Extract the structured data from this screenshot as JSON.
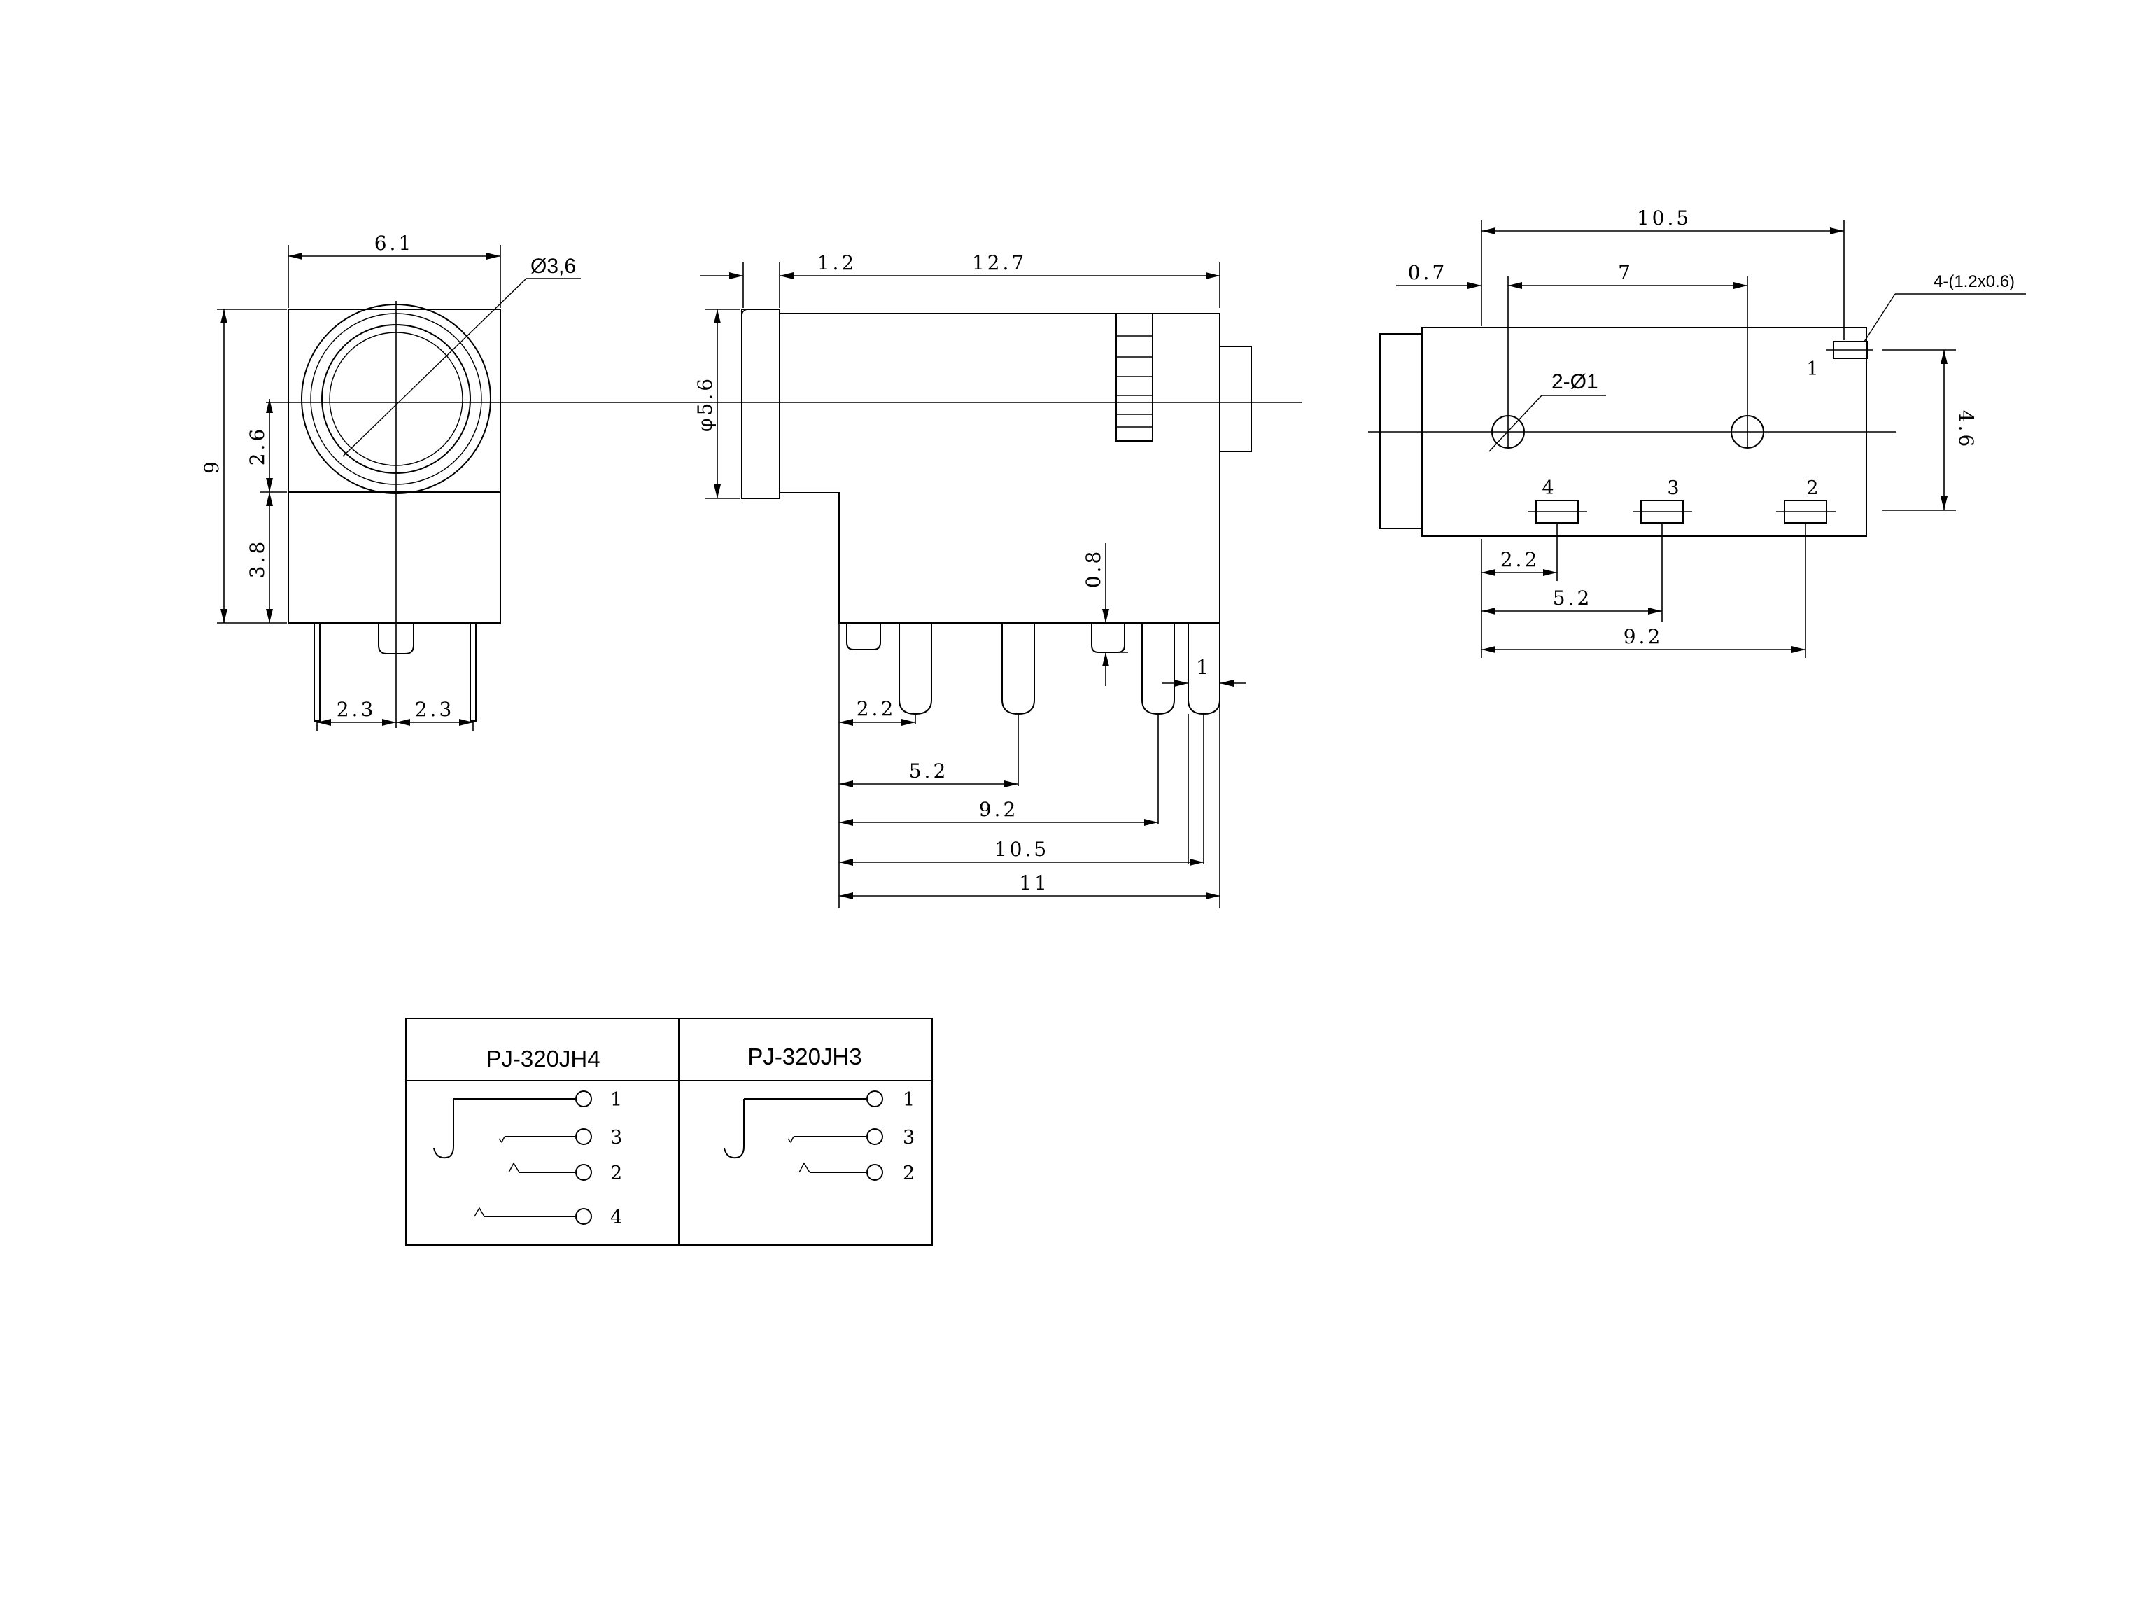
{
  "front_view": {
    "width": "6.1",
    "hole_diameter": "Ø3,6",
    "height": "9",
    "upper_height": "2.6",
    "lower_height": "3.8",
    "pin_pitch_left": "2.3",
    "pin_pitch_right": "2.3"
  },
  "side_view": {
    "flange": "1.2",
    "body_length": "12.7",
    "flange_diameter": "φ5.6",
    "pin_height": "0.8",
    "pin_width": "1",
    "pin_offsets": [
      "2.2",
      "5.2",
      "9.2",
      "10.5",
      "11"
    ]
  },
  "bottom_view": {
    "overall": "10.5",
    "offset": "0.7",
    "hole_spacing": "7",
    "pad_size": "4-(1.2x0.6)",
    "holes": "2-Ø1",
    "pad_row": "4.6",
    "pad_labels": [
      "1",
      "4",
      "3",
      "2"
    ],
    "pad_offsets": [
      "2.2",
      "5.2",
      "9.2"
    ]
  },
  "table": {
    "headers": [
      "PJ-320JH4",
      "PJ-320JH3"
    ],
    "left_pins": [
      "1",
      "3",
      "2",
      "4"
    ],
    "right_pins": [
      "1",
      "3",
      "2"
    ]
  }
}
